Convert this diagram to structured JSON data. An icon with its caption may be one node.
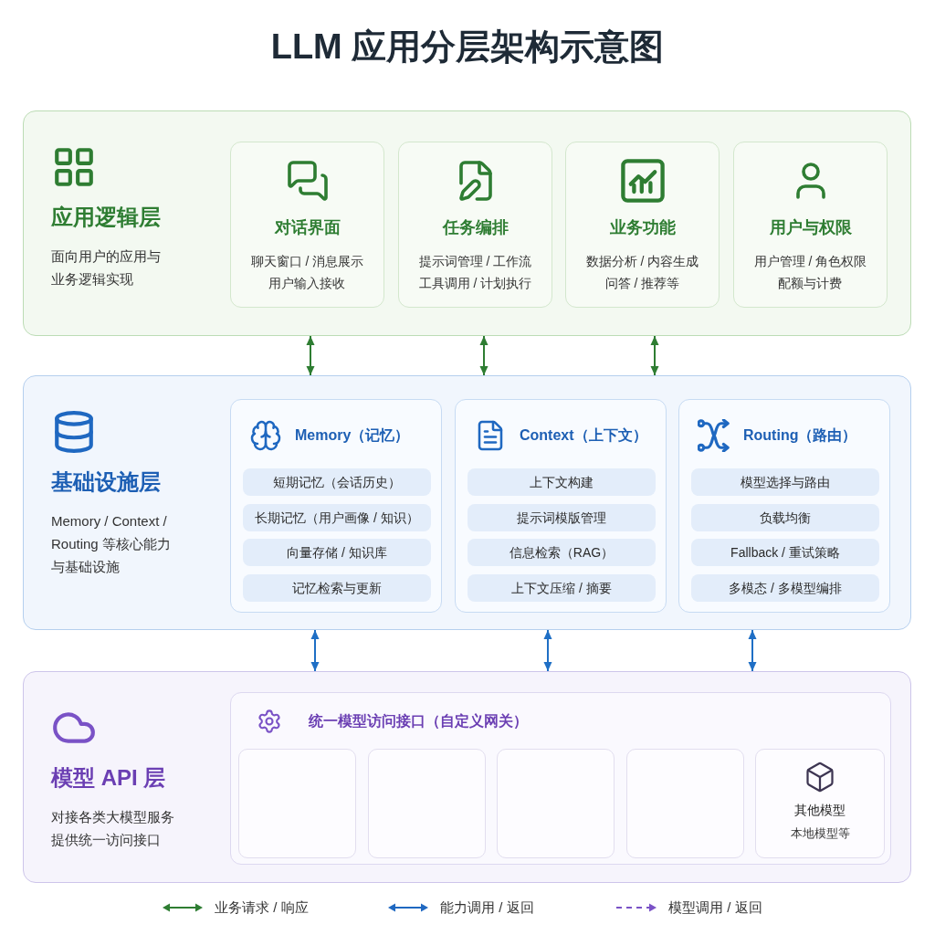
{
  "diagram": {
    "title": "LLM 应用分层架构示意图",
    "nodes": [
      {
        "text": [
          "应用逻辑层",
          "面向用户的应用与业务逻辑实现"
        ]
      },
      {
        "text": [
          "对话界面",
          "聊天窗口 / 消息展示",
          "用户输入接收"
        ],
        "in": 0
      },
      {
        "text": [
          "任务编排",
          "提示词管理 / 工作流",
          "工具调用 / 计划执行"
        ],
        "in": 0
      },
      {
        "text": [
          "业务功能",
          "数据分析 / 内容生成",
          "问答 / 推荐等"
        ],
        "in": 0
      },
      {
        "text": [
          "用户与权限",
          "用户管理 / 角色权限",
          "配额与计费"
        ],
        "in": 0
      },
      {
        "text": [
          "基础设施层",
          "Memory / Context / Routing 等核心能力与基础设施"
        ]
      },
      {
        "text": [
          "Memory（记忆）"
        ],
        "in": 5
      },
      {
        "text": [
          "短期记忆（会话历史）"
        ],
        "in": 6
      },
      {
        "text": [
          "长期记忆（用户画像 / 知识）"
        ],
        "in": 6
      },
      {
        "text": [
          "向量存储 / 知识库"
        ],
        "in": 6
      },
      {
        "text": [
          "记忆检索与更新"
        ],
        "in": 6
      },
      {
        "text": [
          "Context（上下文）"
        ],
        "in": 5
      },
      {
        "text": [
          "上下文构建"
        ],
        "in": 11
      },
      {
        "text": [
          "提示词模版管理"
        ],
        "in": 11
      },
      {
        "text": [
          "信息检索（RAG）"
        ],
        "in": 11
      },
      {
        "text": [
          "上下文压缩 / 摘要"
        ],
        "in": 11
      },
      {
        "text": [
          "Routing（路由）"
        ],
        "in": 5
      },
      {
        "text": [
          "模型选择与路由"
        ],
        "in": 16
      },
      {
        "text": [
          "负载均衡"
        ],
        "in": 16
      },
      {
        "text": [
          "Fallback / 重试策略"
        ],
        "in": 16
      },
      {
        "text": [
          "多模态 / 多模型编排"
        ],
        "in": 16
      },
      {
        "text": [
          "模型 API 层",
          "对接各类大模型服务提供统一访问接口"
        ]
      },
      {
        "text": [
          "统一模型访问接口（自定义网关）"
        ],
        "in": 21
      },
      {
        "text": [],
        "shape": "box",
        "in": 22
      },
      {
        "text": [],
        "shape": "box",
        "in": 22
      },
      {
        "text": [],
        "shape": "box",
        "in": 22
      },
      {
        "text": [],
        "shape": "box",
        "in": 22
      },
      {
        "text": [
          "其他模型",
          "本地模型等"
        ],
        "in": 22
      }
    ],
    "edges": [
      {
        "from": 0,
        "to": 5,
        "arrow": "both",
        "color": "#2e7d32"
      },
      {
        "from": 0,
        "to": 5,
        "arrow": "both",
        "color": "#2e7d32"
      },
      {
        "from": 0,
        "to": 5,
        "arrow": "both",
        "color": "#2e7d32"
      },
      {
        "from": 5,
        "to": 21,
        "arrow": "both",
        "color": "#1f6fc5"
      },
      {
        "from": 5,
        "to": 21,
        "arrow": "both",
        "color": "#1f6fc5"
      },
      {
        "from": 5,
        "to": 21,
        "arrow": "both",
        "color": "#1f6fc5"
      }
    ],
    "legend": [
      {
        "text": "业务请求 / 响应"
      },
      {
        "text": "能力调用 / 返回"
      },
      {
        "text": "模型调用 / 返回"
      }
    ]
  }
}
